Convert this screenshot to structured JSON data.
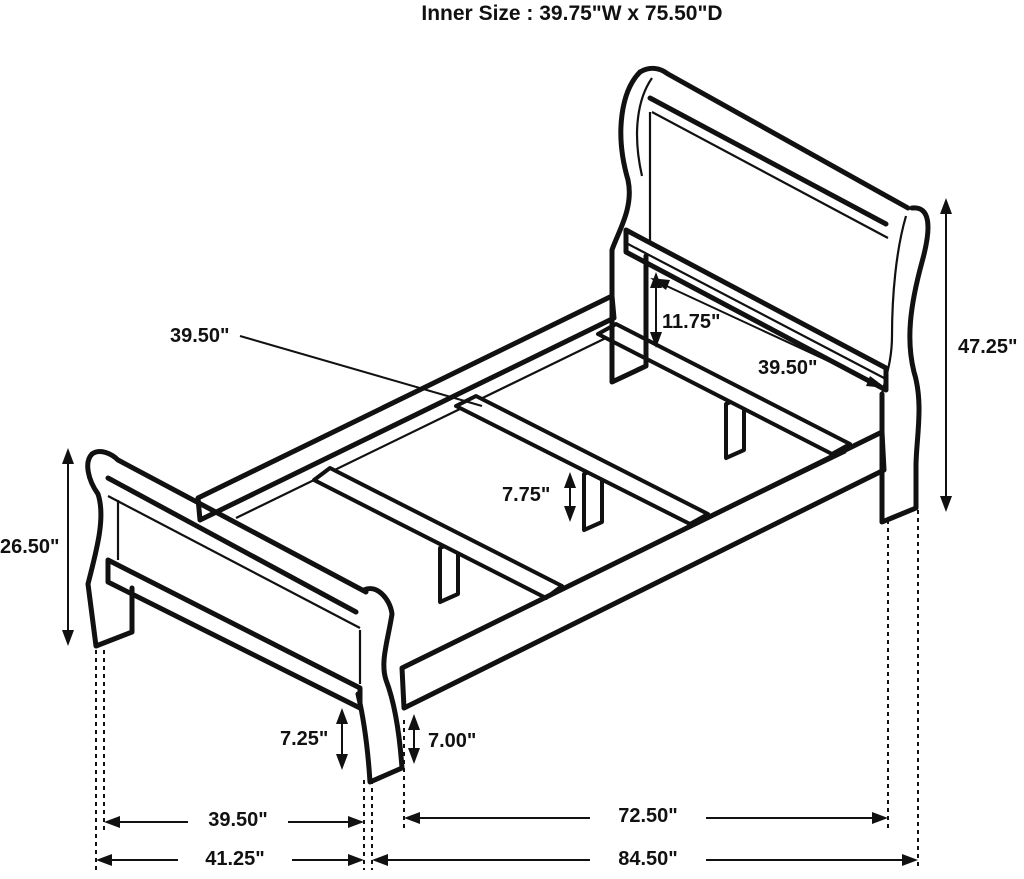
{
  "title": "Inner Size : 39.75\"W x 75.50\"D",
  "labels": {
    "headboard_height": "47.25\"",
    "footboard_height": "26.50\"",
    "headboard_panel": "11.75\"",
    "headboard_width": "39.50\"",
    "inner_width": "39.50\"",
    "leg_clearance": "7.75\"",
    "footboard_leg": "7.25\"",
    "rail_clearance": "7.00\"",
    "bottom_inner_width": "39.50\"",
    "bottom_inner_length": "72.50\"",
    "overall_width": "41.25\"",
    "overall_length": "84.50\""
  }
}
